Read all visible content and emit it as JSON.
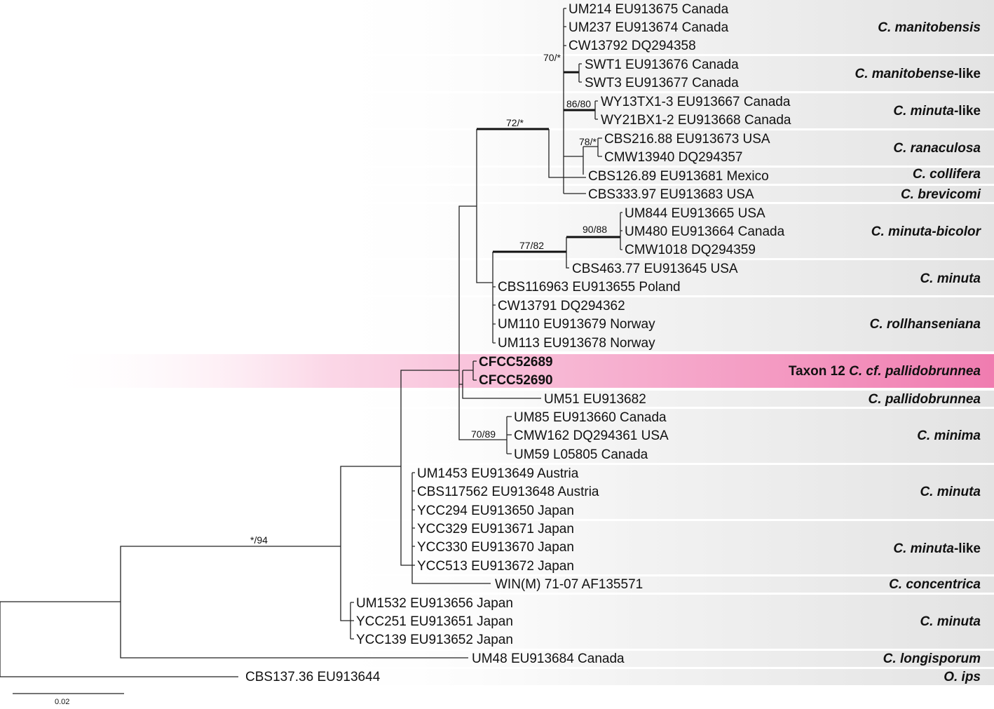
{
  "taxa": [
    "UM214 EU913675 Canada",
    "UM237 EU913674 Canada",
    "CW13792 DQ294358",
    "SWT1 EU913676 Canada",
    "SWT3 EU913677 Canada",
    "WY13TX1-3 EU913667 Canada",
    "WY21BX1-2 EU913668 Canada",
    "CBS216.88 EU913673 USA",
    "CMW13940 DQ294357",
    "CBS126.89 EU913681 Mexico",
    "CBS333.97 EU913683 USA",
    "UM844 EU913665 USA",
    "UM480 EU913664 Canada",
    "CMW1018 DQ294359",
    "CBS463.77 EU913645 USA",
    "CBS116963 EU913655 Poland",
    "CW13791 DQ294362",
    "UM110 EU913679 Norway",
    "UM113 EU913678 Norway",
    "CFCC52689",
    "CFCC52690",
    "UM51 EU913682",
    "UM85 EU913660 Canada",
    "CMW162 DQ294361 USA",
    "UM59 L05805 Canada",
    "UM1453 EU913649 Austria",
    "CBS117562 EU913648 Austria",
    "YCC294 EU913650 Japan",
    "YCC329 EU913671 Japan",
    "YCC330 EU913670 Japan",
    "YCC513 EU913672 Japan",
    "WIN(M) 71-07 AF135571",
    "UM1532 EU913656 Japan",
    "YCC251 EU913651 Japan",
    "YCC139 EU913652 Japan",
    "UM48 EU913684 Canada",
    "CBS137.36 EU913644"
  ],
  "clades": [
    {
      "name": "C. manitobensis",
      "suffix": ""
    },
    {
      "name": "C. manitobense",
      "suffix": "-like"
    },
    {
      "name": "C. minuta",
      "suffix": "-like"
    },
    {
      "name": "C. ranaculosa",
      "suffix": ""
    },
    {
      "name": "C. collifera",
      "suffix": ""
    },
    {
      "name": "C. brevicomi",
      "suffix": ""
    },
    {
      "name": "C. minuta-bicolor",
      "suffix": ""
    },
    {
      "name": "C. minuta",
      "suffix": ""
    },
    {
      "name": "C. rollhanseniana",
      "suffix": ""
    },
    {
      "name": "C. cf. pallidobrunnea",
      "prefix": "Taxon 12",
      "suffix": ""
    },
    {
      "name": "C. pallidobrunnea",
      "suffix": ""
    },
    {
      "name": "C. minima",
      "suffix": ""
    },
    {
      "name": "C. minuta",
      "suffix": ""
    },
    {
      "name": "C. minuta",
      "suffix": "-like"
    },
    {
      "name": "C. concentrica",
      "suffix": ""
    },
    {
      "name": "C. minuta",
      "suffix": ""
    },
    {
      "name": "C. longisporum",
      "suffix": ""
    },
    {
      "name": "O. ips",
      "suffix": ""
    }
  ],
  "supports": [
    "70/*",
    "86/80",
    "72/*",
    "78/*",
    "90/88",
    "77/82",
    "70/89",
    "*/94"
  ],
  "scale_bar": {
    "label": "0.02"
  },
  "colors": {
    "band_gray": "#e9e9e9",
    "highlight": "#f07cb0",
    "line": "#222222"
  }
}
